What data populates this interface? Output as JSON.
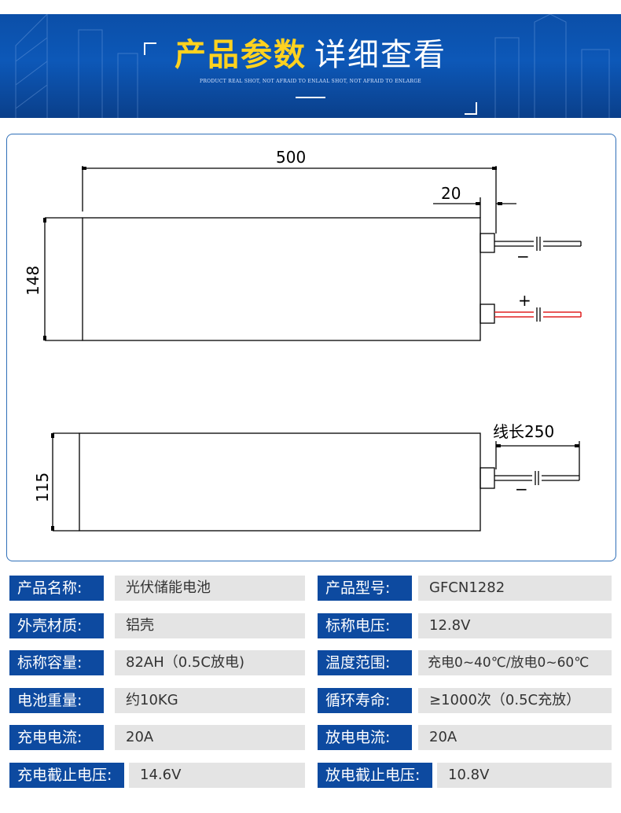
{
  "banner": {
    "title_highlight": "产品参数",
    "title_rest": "详细查看",
    "subtitle_en": "PRODUCT REAL SHOT, NOT AFRAID TO ENLAAL SHOT, NOT AFRAID TO ENLARGE"
  },
  "drawing": {
    "width_label": "500",
    "offset_label": "20",
    "height_label": "148",
    "negative_top": "−",
    "positive_label": "+",
    "wire_length_label": "线长250",
    "depth_label": "115",
    "negative_bottom": "−",
    "colors": {
      "frame": "#2f6fb8",
      "positive_wire": "#e02020",
      "lines": "#000000"
    }
  },
  "specs": [
    {
      "left_label": "产品名称:",
      "left_value": "光伏储能电池",
      "right_label": "产品型号:",
      "right_value": "GFCN1282"
    },
    {
      "left_label": "外壳材质:",
      "left_value": "铝壳",
      "right_label": "标称电压:",
      "right_value": "12.8V"
    },
    {
      "left_label": "标称容量:",
      "left_value": "82AH（0.5C放电)",
      "right_label": "温度范围:",
      "right_value": "充电0~40℃/放电0~60℃"
    },
    {
      "left_label": "电池重量:",
      "left_value": "约10KG",
      "right_label": "循环寿命:",
      "right_value": "≥1000次（0.5C充放）"
    },
    {
      "left_label": "充电电流:",
      "left_value": "20A",
      "right_label": "放电电流:",
      "right_value": "20A"
    },
    {
      "left_label": "充电截止电压:",
      "left_value": "14.6V",
      "right_label": "放电截止电压:",
      "right_value": "10.8V"
    }
  ],
  "colors": {
    "banner_bg": "#0b4fa8",
    "highlight": "#ffd21f",
    "label_bg": "#0d4aa0",
    "value_bg": "#e4e4e4"
  }
}
